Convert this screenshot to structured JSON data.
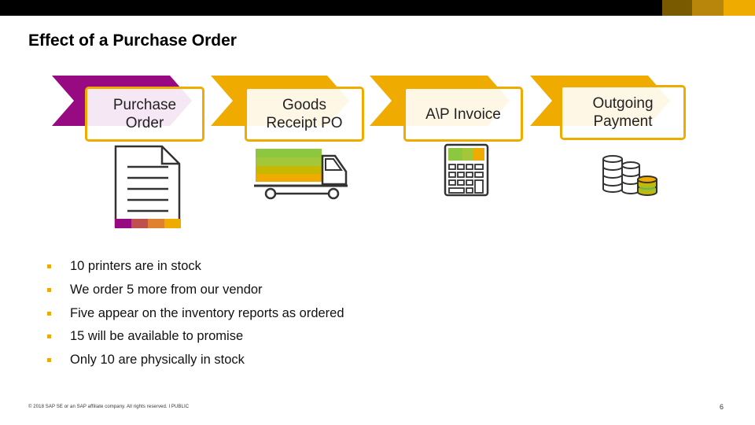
{
  "slide": {
    "title": "Effect of a Purchase Order",
    "steps": [
      {
        "label": "Purchase\nOrder"
      },
      {
        "label": "Goods\nReceipt PO"
      },
      {
        "label": "A\\P Invoice"
      },
      {
        "label": "Outgoing\nPayment"
      }
    ],
    "bullets": [
      "10 printers are in stock",
      "We order 5 more from our vendor",
      "Five appear on the inventory reports as ordered",
      "15 will be available to promise",
      "Only 10 are physically in stock"
    ],
    "footer": "© 2018 SAP SE or an SAP affiliate company. All rights reserved. ǀ PUBLIC",
    "page_number": "6"
  },
  "colors": {
    "purple": "#970a82",
    "gold": "#f0ab00",
    "border": "#f0ab00"
  },
  "icons": [
    "document-icon",
    "delivery-truck-icon",
    "calculator-icon",
    "coins-icon"
  ]
}
